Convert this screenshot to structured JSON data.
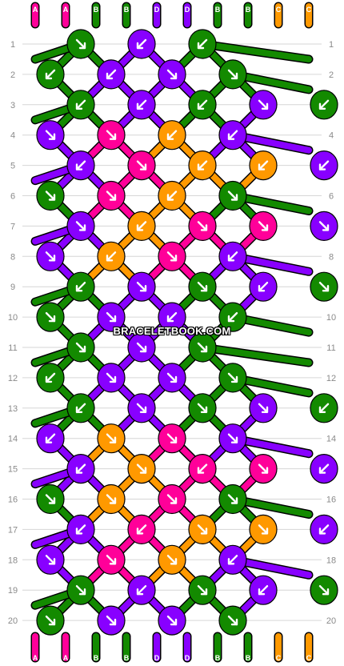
{
  "watermark": "BRACELETBOOK.COM",
  "row_numbers": [
    "1",
    "2",
    "3",
    "4",
    "5",
    "6",
    "7",
    "8",
    "9",
    "10",
    "11",
    "12",
    "13",
    "14",
    "15",
    "16",
    "17",
    "18",
    "19",
    "20"
  ],
  "strands_top": [
    "A",
    "A",
    "B",
    "B",
    "D",
    "D",
    "B",
    "B",
    "C",
    "C"
  ],
  "strands_bottom": [
    "A",
    "A",
    "B",
    "B",
    "D",
    "D",
    "B",
    "B",
    "C",
    "C"
  ],
  "colors": {
    "A": "#ff0099",
    "B": "#138a00",
    "C": "#ff9900",
    "D": "#8800ff"
  },
  "knots": [
    [
      "B",
      "D",
      "B"
    ],
    [
      "B",
      "D",
      "D",
      "B"
    ],
    [
      "B",
      "D",
      "B",
      "D",
      "B"
    ],
    [
      "D",
      "A",
      "C",
      "D"
    ],
    [
      "D",
      "A",
      "C",
      "C",
      "D"
    ],
    [
      "B",
      "A",
      "C",
      "B"
    ],
    [
      "D",
      "C",
      "A",
      "A",
      "D"
    ],
    [
      "D",
      "C",
      "A",
      "D"
    ],
    [
      "B",
      "D",
      "B",
      "D",
      "B"
    ],
    [
      "B",
      "D",
      "D",
      "B"
    ],
    [
      "B",
      "D",
      "B"
    ],
    [
      "B",
      "D",
      "D",
      "B"
    ],
    [
      "B",
      "D",
      "B",
      "D",
      "B"
    ],
    [
      "D",
      "C",
      "A",
      "D"
    ],
    [
      "D",
      "C",
      "A",
      "A",
      "D"
    ],
    [
      "B",
      "C",
      "A",
      "B"
    ],
    [
      "D",
      "A",
      "C",
      "C",
      "D"
    ],
    [
      "D",
      "A",
      "C",
      "D"
    ],
    [
      "B",
      "D",
      "B",
      "D",
      "B"
    ],
    [
      "B",
      "D",
      "D",
      "B"
    ]
  ],
  "arrows": [
    [
      "se",
      "sw",
      "sw"
    ],
    [
      "sw",
      "sw",
      "se",
      "se"
    ],
    [
      "sw",
      "sw",
      "sw",
      "se",
      "sw"
    ],
    [
      "se",
      "se",
      "sw",
      "sw"
    ],
    [
      "sw",
      "se",
      "sw",
      "sw",
      "sw"
    ],
    [
      "se",
      "se",
      "sw",
      "se"
    ],
    [
      "se",
      "sw",
      "se",
      "se",
      "se"
    ],
    [
      "se",
      "sw",
      "se",
      "sw"
    ],
    [
      "sw",
      "se",
      "se",
      "sw",
      "se"
    ],
    [
      "se",
      "se",
      "sw",
      "sw"
    ],
    [
      "se",
      "se",
      "se"
    ],
    [
      "sw",
      "se",
      "se",
      "se"
    ],
    [
      "sw",
      "se",
      "se",
      "se",
      "sw"
    ],
    [
      "sw",
      "se",
      "se",
      "se"
    ],
    [
      "sw",
      "se",
      "sw",
      "se",
      "sw"
    ],
    [
      "se",
      "se",
      "se",
      "se"
    ],
    [
      "sw",
      "sw",
      "se",
      "se",
      "sw"
    ],
    [
      "se",
      "se",
      "se",
      "sw"
    ],
    [
      "se",
      "sw",
      "se",
      "sw",
      "se"
    ],
    [
      "se",
      "se",
      "se",
      "se"
    ]
  ]
}
